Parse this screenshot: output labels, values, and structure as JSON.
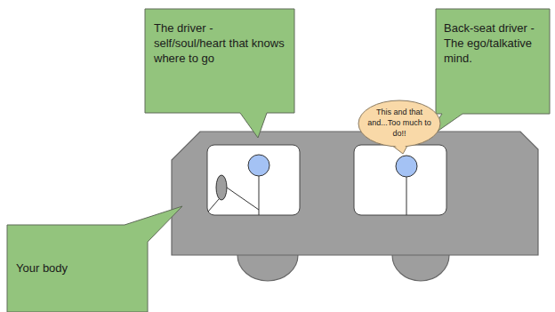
{
  "diagram": {
    "nodes": [
      {
        "text": [
          "The driver - self/soul/heart that knows where to go"
        ]
      },
      {
        "text": [
          "Back-seat driver - The ego/talkative mind."
        ]
      },
      {
        "text": [
          "This and that and...Too much to do!!"
        ]
      },
      {
        "text": [
          "Your body"
        ]
      }
    ]
  }
}
